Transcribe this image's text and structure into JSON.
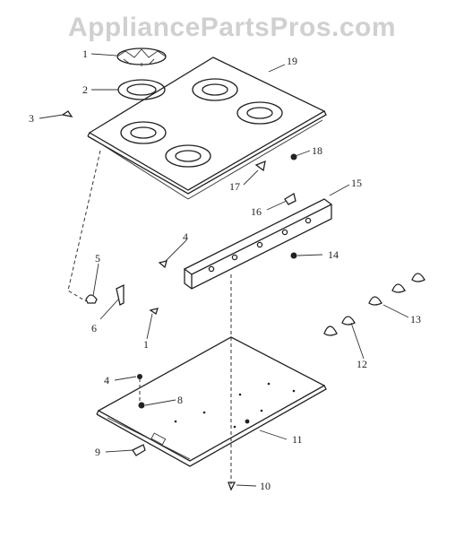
{
  "watermark": "AppliancePartsPros.com",
  "callouts": {
    "c1_top": "1",
    "c2": "2",
    "c3": "3",
    "c4_mid": "4",
    "c5": "5",
    "c6": "6",
    "c1_low": "1",
    "c4_low": "4",
    "c8": "8",
    "c9": "9",
    "c10": "10",
    "c11": "11",
    "c12": "12",
    "c13": "13",
    "c14": "14",
    "c15": "15",
    "c16": "16",
    "c17": "17",
    "c18": "18",
    "c19": "19"
  }
}
